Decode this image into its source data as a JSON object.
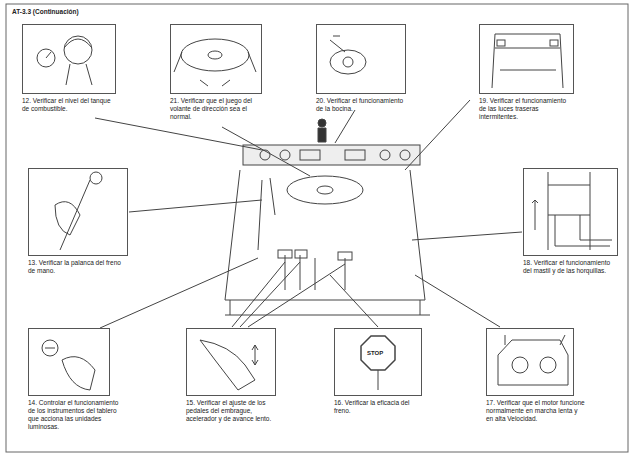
{
  "diagram": {
    "title": "AT-3.3 (Continuación)",
    "nodes": [
      {
        "text": [
          "12. Verificar el nivel del tanque de combustible."
        ]
      },
      {
        "text": [
          "21. Verificar que el juego del volante de dirección sea el normal."
        ]
      },
      {
        "text": [
          "20. Verificar el funcionamiento de la bocina."
        ]
      },
      {
        "text": [
          "19. Verificar el funcionamiento de las luces traseras intermitentes."
        ]
      },
      {
        "text": [
          "13. Verificar la palanca del freno de mano."
        ]
      },
      {
        "text": [
          "18. Verificar el funcionamiento del mastil y de las horquillas."
        ]
      },
      {
        "text": [
          "14. Controlar el funcionamiento de los instrumentos del tablero que acciona las unidades luminosas."
        ]
      },
      {
        "text": [
          "15. Verificar el ajuste de los pedales del embrague, acelerador y de avance lento."
        ]
      },
      {
        "text": [
          "16. Verificar la eficacia del freno."
        ]
      },
      {
        "text": [
          "17. Verificar que el motor funcione normalmente en marcha lenta y en alta Velocidad."
        ]
      }
    ],
    "labels": [
      "STOP"
    ]
  }
}
